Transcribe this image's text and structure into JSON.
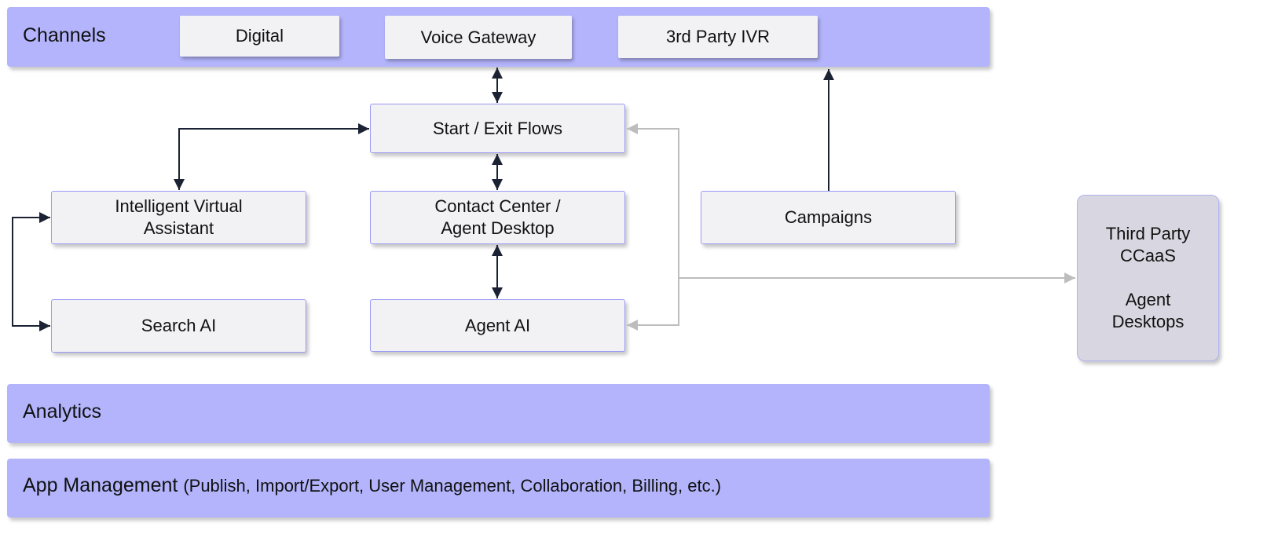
{
  "bands": {
    "channels": {
      "title": "Channels"
    },
    "analytics": {
      "title": "Analytics"
    },
    "app_management": {
      "title": "App Management",
      "subtitle": "(Publish, Import/Export, User Management, Collaboration, Billing, etc.)"
    }
  },
  "channels": {
    "digital": "Digital",
    "voice_gateway": "Voice Gateway",
    "third_party_ivr": "3rd Party IVR"
  },
  "nodes": {
    "start_exit_flows": "Start / Exit Flows",
    "iva": {
      "line1": "Intelligent Virtual",
      "line2": "Assistant"
    },
    "contact_center": {
      "line1": "Contact Center /",
      "line2": "Agent Desktop"
    },
    "campaigns": "Campaigns",
    "search_ai": "Search AI",
    "agent_ai": "Agent AI",
    "third_party": {
      "line1": "Third Party",
      "line2": "CCaaS",
      "line3": "Agent",
      "line4": "Desktops"
    }
  },
  "colors": {
    "band_fill": "#b3b4fb",
    "node_fill": "#f2f2f4",
    "node_border": "#9a9af5",
    "third_party_fill": "#d8d6e0",
    "arrow_dark": "#1b2233",
    "arrow_gray": "#bdbdbd"
  }
}
